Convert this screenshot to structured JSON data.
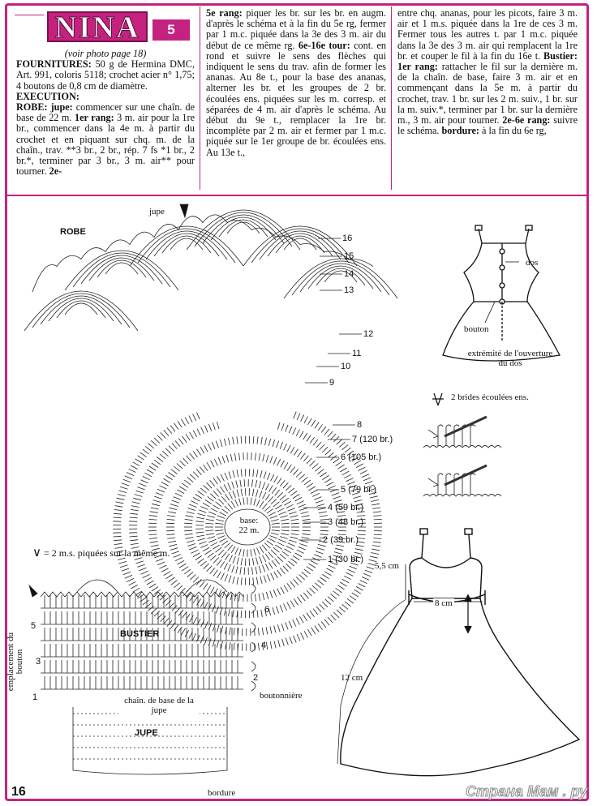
{
  "header": {
    "title": "NINA",
    "pattern_number": "5",
    "photo_ref": "(voir photo page 18)"
  },
  "col1": {
    "fournitures_label": "FOURNITURES:",
    "fournitures_text": " 50 g de Hermina DMC, Art. 991, coloris 5118; crochet acier n° 1,75; 4 boutons de 0,8 cm de diamètre.",
    "execution_label": "EXECUTION:",
    "robe_label": "ROBE: jupe:",
    "robe_text": " commencer sur une chaîn. de base de 22 m. ",
    "rang1_label": "1er rang:",
    "rang1_text": " 3 m. air pour la 1re br., commencer dans la 4e m. à partir du crochet et en piquant sur chq. m. de la chaîn., trav. **3 br., 2 br., rép. 7 fs *1 br., 2 br.*, terminer par 3 br., 3 m. air** pour tourner. ",
    "rang2_label": "2e-"
  },
  "col2": {
    "rang5_label": "5e rang:",
    "rang5_text": " piquer les br. sur les br. en augm. d'après le schéma et à la fin du 5e rg, fermer par 1 m.c. piquée dans la 3e des 3 m. air du début de ce même rg. ",
    "tour_label": "6e-16e tour:",
    "tour_text": " cont. en rond et suivre le sens des flèches qui indiquent le sens du trav. afin de former les ananas. Au 8e t., pour la base des ananas, alterner les br. et les groupes de 2 br. écoulées ens. piquées sur les m. corresp. et séparées de 4 m. air d'après le schéma. Au début du 9e t., remplacer la 1re br. incomplète par 2 m. air et fermer par 1 m.c. piquée sur le 1er groupe de br. écoulées ens. Au 13e t.,"
  },
  "col3": {
    "text_a": "entre chq. ananas, pour les picots, faire 3 m. air et 1 m.s. piquée dans la 1re de ces 3 m. Fermer tous les autres t. par 1 m.c. piquée dans la 3e des 3 m. air qui remplacent la 1re br. et couper le fil à la fin du 16e t. ",
    "bustier_label": "Bustier: 1er rang:",
    "text_b": " rattacher le fil sur la dernière m. de la chaîn. de base, faire 3 m. air et en commençant dans la 5e m. à partir du crochet, trav. 1 br. sur les 2 m. suiv., 1 br. sur la m. suiv.*, terminer par 1 br. sur la dernière m., 3 m. air pour tourner. ",
    "rang26_label": "2e-6e rang:",
    "text_c": " suivre le schéma. ",
    "bordure_label": "bordure:",
    "text_d": " à la fin du 6e rg,"
  },
  "robe_diagram": {
    "title": "ROBE",
    "jupe_label": "jupe",
    "base_label": "base:",
    "base_value": "22 m.",
    "rows": [
      {
        "n": "1",
        "count": "(30 br.)"
      },
      {
        "n": "2",
        "count": "(39 br.)"
      },
      {
        "n": "3",
        "count": "(48 br.)"
      },
      {
        "n": "4",
        "count": "(59 br.)"
      },
      {
        "n": "5",
        "count": "(79 br.)"
      },
      {
        "n": "6",
        "count": "(105 br.)"
      },
      {
        "n": "7",
        "count": "(120 br.)"
      },
      {
        "n": "8",
        "count": ""
      },
      {
        "n": "9",
        "count": ""
      },
      {
        "n": "10",
        "count": ""
      },
      {
        "n": "11",
        "count": ""
      },
      {
        "n": "12",
        "count": ""
      },
      {
        "n": "13",
        "count": ""
      },
      {
        "n": "14",
        "count": ""
      },
      {
        "n": "15",
        "count": ""
      },
      {
        "n": "16",
        "count": ""
      }
    ],
    "legend_v": "= 2 m.s. piquées sur la même m."
  },
  "bustier_diagram": {
    "title": "BUSTIER",
    "jupe_label": "JUPE",
    "chain_label": "chaîn. de base de la jupe",
    "boutonniere": "boutonnière",
    "emplacement": "emplacement du bouton",
    "bordure": "bordure",
    "rows_left": [
      "5",
      "3",
      "1"
    ],
    "rows_right": [
      "6",
      "4",
      "2"
    ]
  },
  "back_view": {
    "dos": "dos",
    "bouton": "bouton",
    "extremite": "extrémité de l'ouverture du dos"
  },
  "legend_a": "2 brides écoulées ens.",
  "measures": {
    "strap": "5,5 cm",
    "waist": "8 cm",
    "length": "12 cm"
  },
  "footer": {
    "page": "16",
    "watermark": "Страна Мам . ру"
  }
}
